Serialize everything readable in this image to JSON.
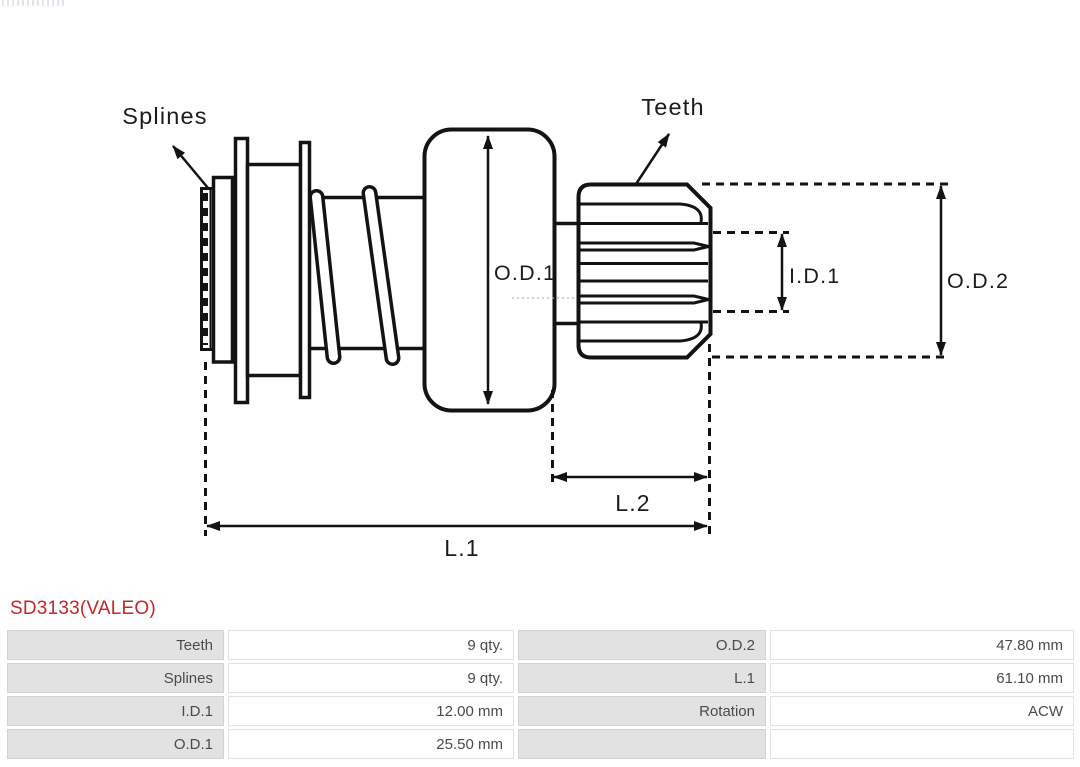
{
  "part_number": "SD3133(VALEO)",
  "colors": {
    "accent_red": "#c3262c",
    "line_black": "#131313",
    "table_label_bg": "#e2e2e2",
    "table_text": "#4a4a4a"
  },
  "diagram": {
    "labels": {
      "splines": "Splines",
      "teeth": "Teeth",
      "od1": "O.D.1",
      "id1": "I.D.1",
      "od2": "O.D.2",
      "l2": "L.2",
      "l1": "L.1"
    }
  },
  "spec_table": {
    "rows": [
      {
        "label_left": "Teeth",
        "value_left": "9 qty.",
        "label_right": "O.D.2",
        "value_right": "47.80 mm"
      },
      {
        "label_left": "Splines",
        "value_left": "9 qty.",
        "label_right": "L.1",
        "value_right": "61.10 mm"
      },
      {
        "label_left": "I.D.1",
        "value_left": "12.00 mm",
        "label_right": "Rotation",
        "value_right": "ACW"
      },
      {
        "label_left": "O.D.1",
        "value_left": "25.50 mm",
        "label_right": "",
        "value_right": ""
      }
    ]
  }
}
